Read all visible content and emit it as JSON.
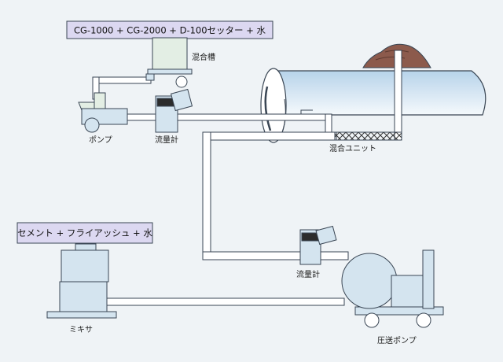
{
  "labels": {
    "top_mix_formula": "CG-1000 + CG-2000 + D-100セッター + 水",
    "bottom_mix_formula": "セメント + フライアッシュ + 水",
    "mixing_tank": "混合槽",
    "pump": "ポンプ",
    "flowmeter_top": "流量計",
    "mixing_unit": "混合ユニット",
    "flowmeter_bottom": "流量計",
    "mixer": "ミキサ",
    "pressure_pump": "圧送ポンプ"
  },
  "colors": {
    "equipment_fill": "#d4e4ef",
    "pipe_fill": "#ffffff",
    "outline": "#3a4654",
    "tunnel_fill": "#cfe4f4",
    "label_box_fill": "#dcd8f1",
    "soil": "#8c5a4c"
  }
}
